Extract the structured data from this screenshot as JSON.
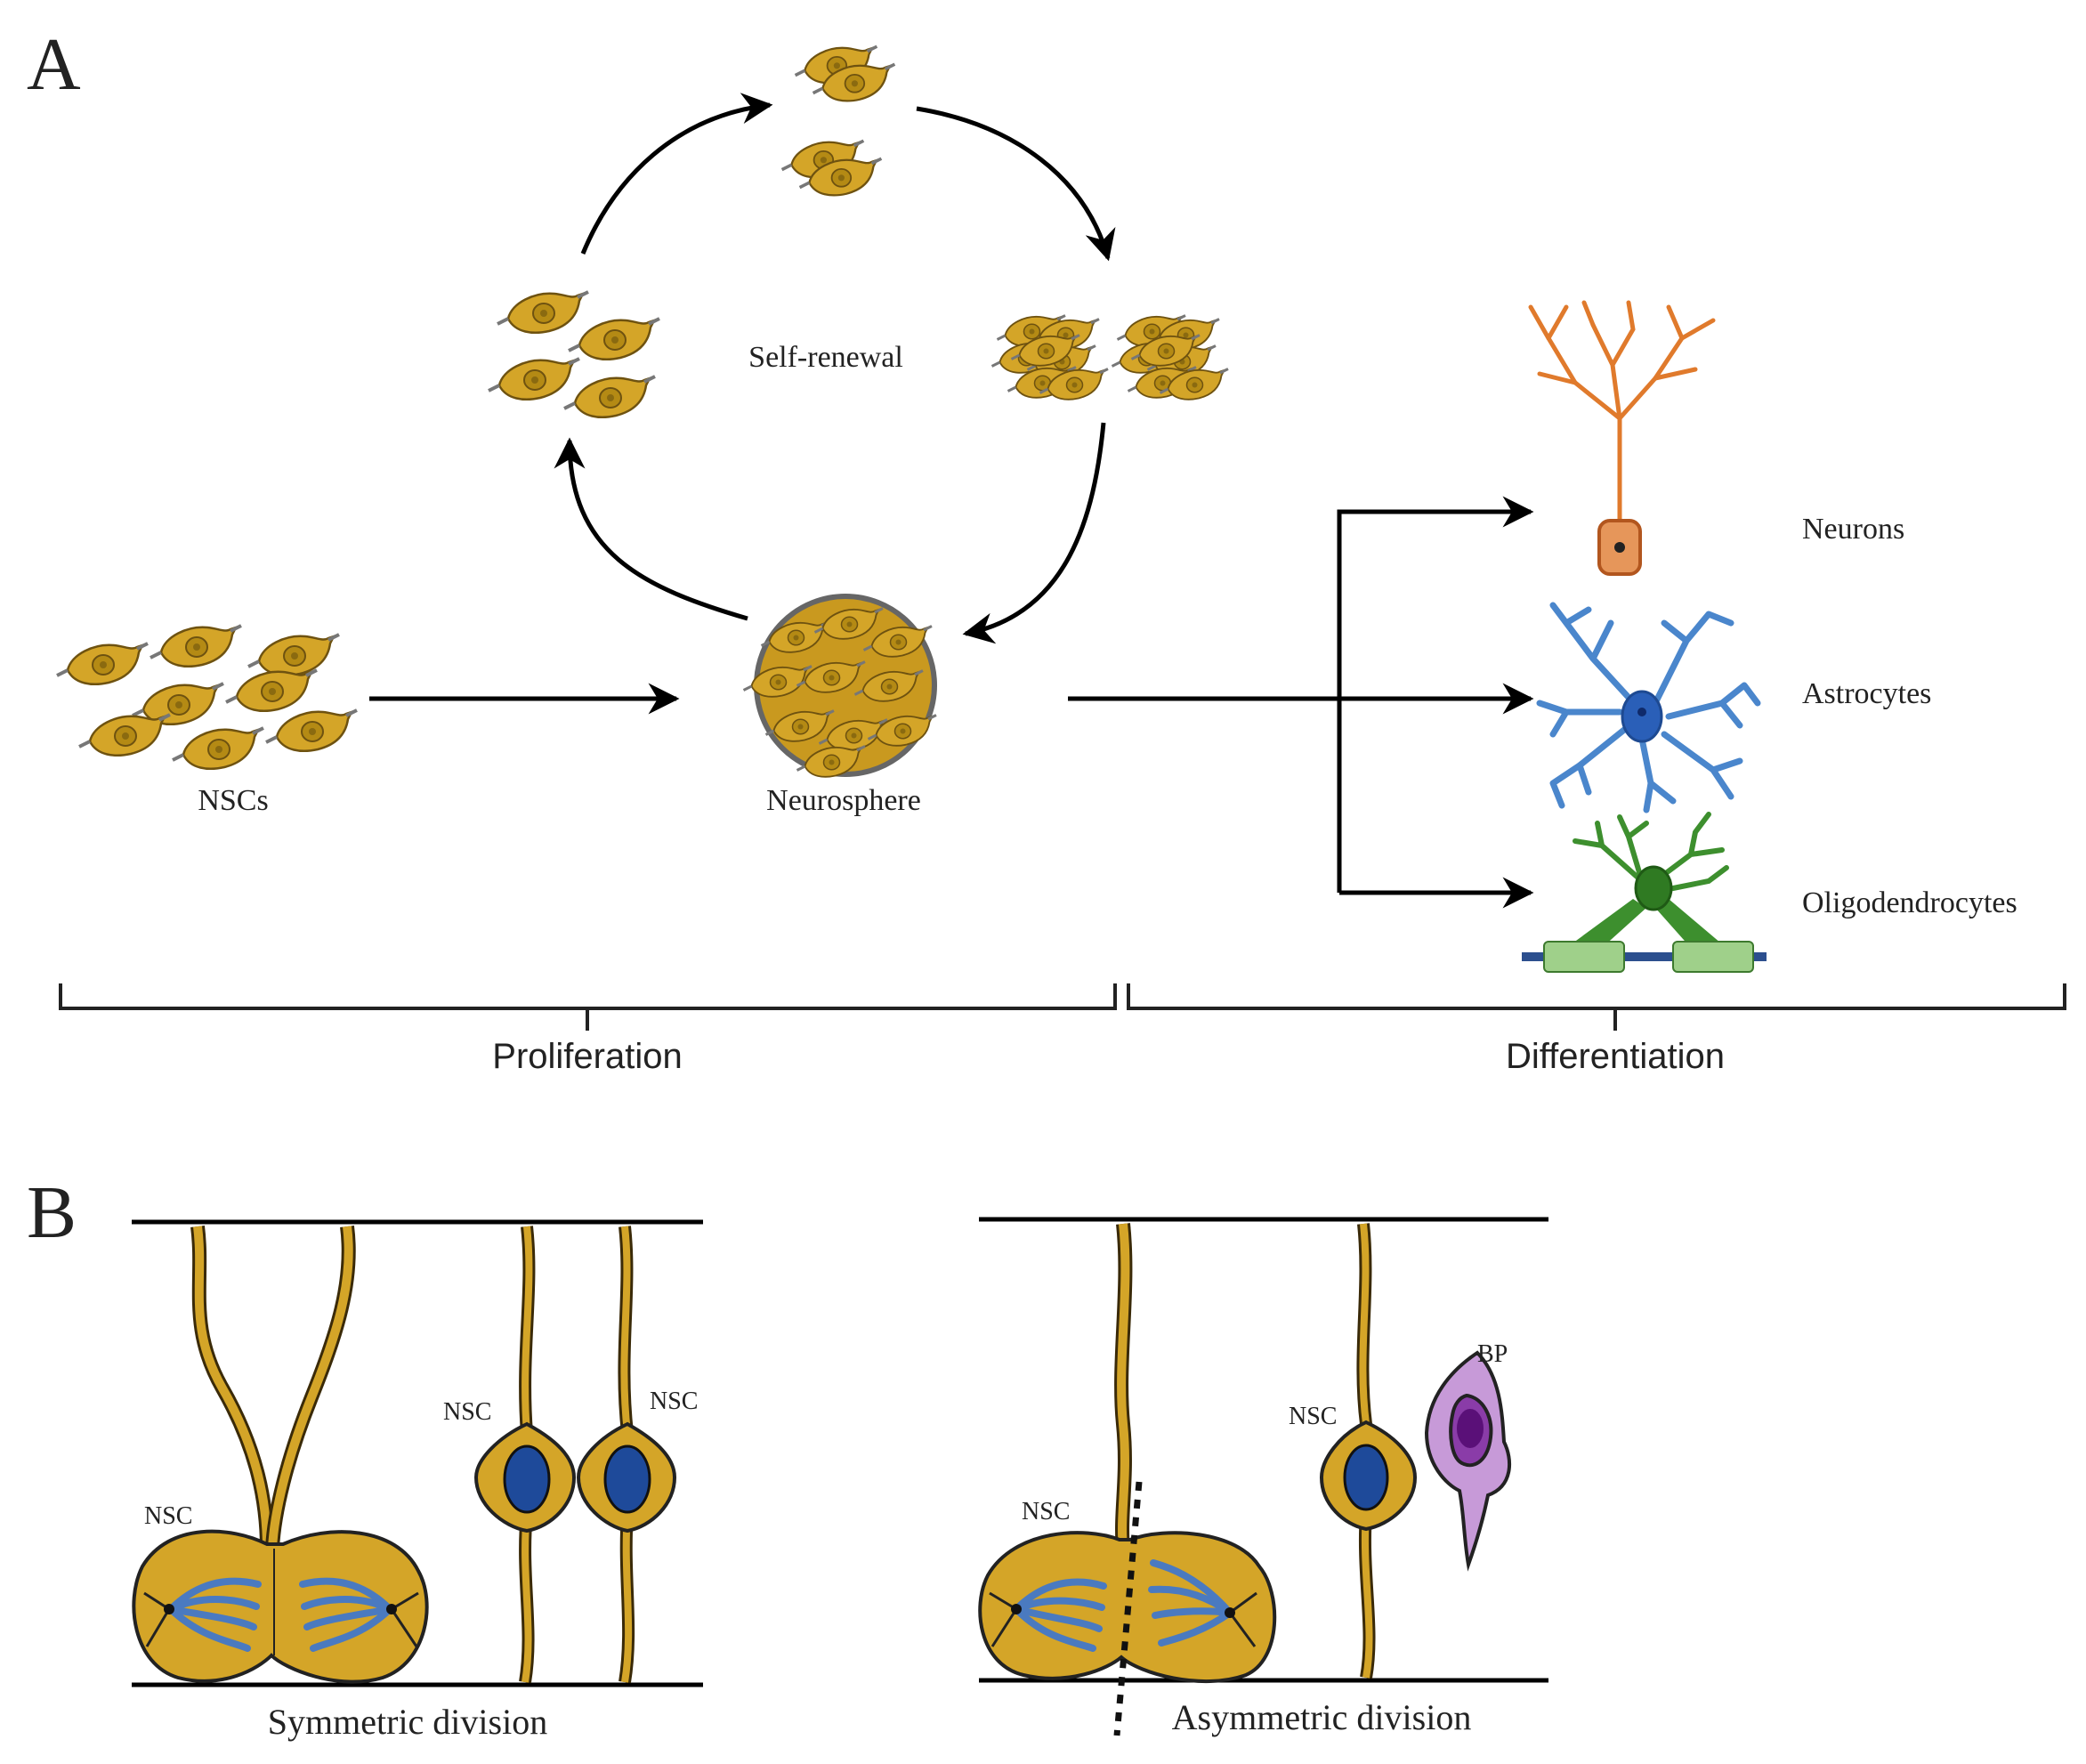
{
  "panel_a": {
    "label": "A",
    "self_renewal": "Self-renewal",
    "nscs": "NSCs",
    "neurosphere": "Neurosphere",
    "neurons": "Neurons",
    "astrocytes": "Astrocytes",
    "oligodendrocytes": "Oligodendrocytes",
    "proliferation": "Proliferation",
    "differentiation": "Differentiation"
  },
  "panel_b": {
    "label": "B",
    "nsc": "NSC",
    "bp": "BP",
    "symmetric": "Symmetric division",
    "asymmetric": "Asymmetric division"
  },
  "colors": {
    "cell_fill": "#d4a528",
    "cell_outline": "#7a5a10",
    "nucleus": "#284a9a",
    "neuron": "#e07a2c",
    "astrocyte": "#4a86cc",
    "oligodendrocyte": "#3d8f2e",
    "myelin": "#9fd08a",
    "bp": "#c79ad8"
  }
}
